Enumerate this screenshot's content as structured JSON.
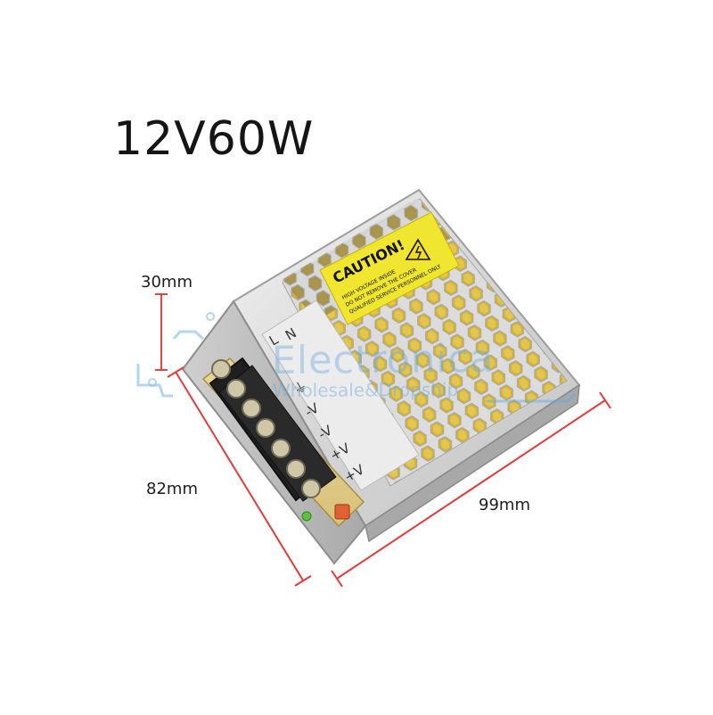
{
  "title": "12V60W",
  "dimensions": {
    "height": "30mm",
    "width": "82mm",
    "depth": "99mm"
  },
  "label": {
    "caution_title": "CAUTION!",
    "caution_line1": "HIGH VOLTAGE INSIDE",
    "caution_line2": "DO NOT REMOVE THE COVER",
    "caution_line3": "QUALIFIED SERVICE PERSONNEL ONLY"
  },
  "terminals": [
    "L",
    "N",
    "⏚",
    "-V",
    "-V",
    "+V",
    "+V"
  ],
  "watermark": {
    "main": "Electronica",
    "sub": "Wholesale&Dropship"
  }
}
